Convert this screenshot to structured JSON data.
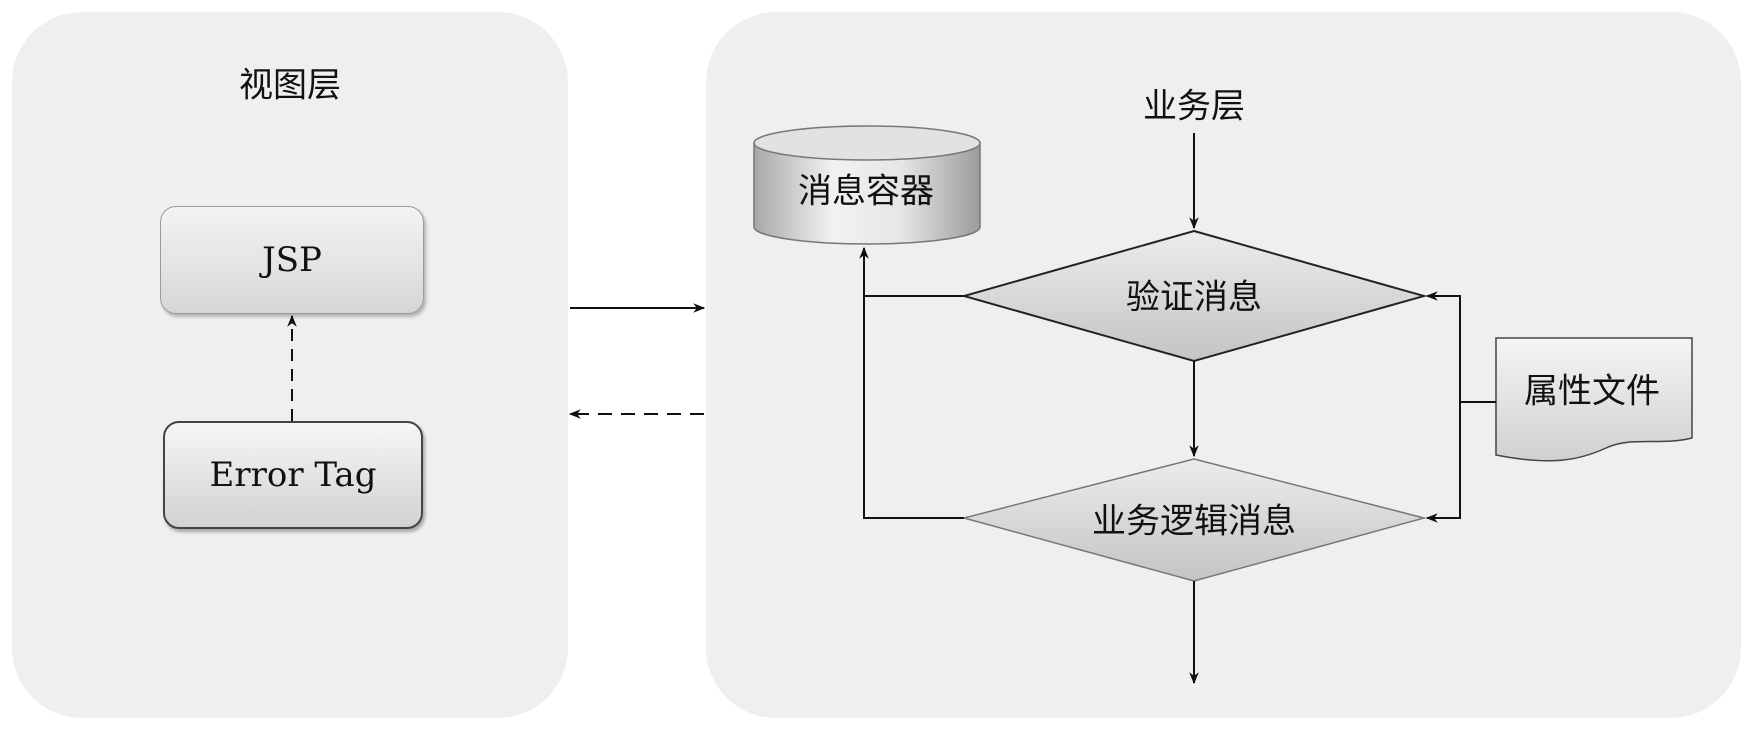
{
  "view_layer": {
    "title": "视图层",
    "jsp": "JSP",
    "error_tag": "Error Tag"
  },
  "business_layer": {
    "title": "业务层",
    "message_container": "消息容器",
    "validate_message": "验证消息",
    "business_logic_message": "业务逻辑消息",
    "property_file": "属性文件"
  }
}
